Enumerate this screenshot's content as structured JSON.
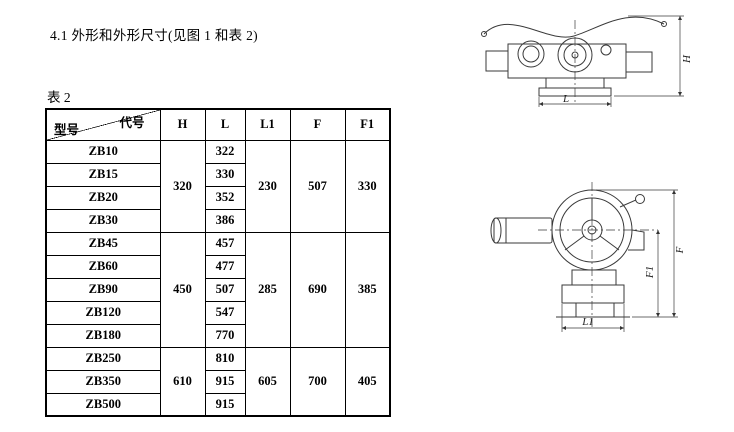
{
  "page": {
    "heading": "4.1 外形和外形尺寸(见图 1 和表 2)",
    "table_caption": "表 2"
  },
  "table": {
    "header": {
      "model_label": "型号",
      "code_label": "代号",
      "columns": [
        "H",
        "L",
        "L1",
        "F",
        "F1"
      ]
    },
    "groups": [
      {
        "H": "320",
        "L1": "230",
        "F": "507",
        "F1": "330",
        "rows": [
          {
            "model": "ZB10",
            "L": "322"
          },
          {
            "model": "ZB15",
            "L": "330"
          },
          {
            "model": "ZB20",
            "L": "352"
          },
          {
            "model": "ZB30",
            "L": "386"
          }
        ]
      },
      {
        "H": "450",
        "L1": "285",
        "F": "690",
        "F1": "385",
        "rows": [
          {
            "model": "ZB45",
            "L": "457"
          },
          {
            "model": "ZB60",
            "L": "477"
          },
          {
            "model": "ZB90",
            "L": "507"
          },
          {
            "model": "ZB120",
            "L": "547"
          },
          {
            "model": "ZB180",
            "L": "770"
          }
        ]
      },
      {
        "H": "610",
        "L1": "605",
        "F": "700",
        "F1": "405",
        "rows": [
          {
            "model": "ZB250",
            "L": "810"
          },
          {
            "model": "ZB350",
            "L": "915"
          },
          {
            "model": "ZB500",
            "L": "915"
          }
        ]
      }
    ]
  },
  "figures": {
    "front": {
      "h_label": "H",
      "l_label": "L"
    },
    "side": {
      "f_label": "F",
      "f1_label": "F1",
      "l1_label": "L1"
    }
  }
}
